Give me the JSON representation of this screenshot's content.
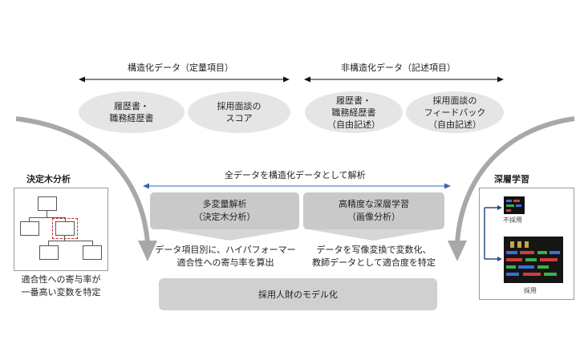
{
  "header": {
    "structured_label": "構造化データ（定量項目）",
    "unstructured_label": "非構造化データ（記述項目）"
  },
  "ellipses": [
    {
      "line1": "履歴書・",
      "line2": "職務経歴書",
      "line3": ""
    },
    {
      "line1": "採用面談の",
      "line2": "スコア",
      "line3": ""
    },
    {
      "line1": "履歴書・",
      "line2": "職務経歴書",
      "line3": "（自由記述）"
    },
    {
      "line1": "採用面談の",
      "line2": "フィードバック",
      "line3": "（自由記述）"
    }
  ],
  "analysis_label": "全データを構造化データとして解析",
  "methods": [
    {
      "line1": "多変量解析",
      "line2": "（決定木分析）"
    },
    {
      "line1": "高精度な深層学習",
      "line2": "（画像分析）"
    }
  ],
  "method_notes": [
    {
      "line1": "データ項目別に、ハイパフォーマー",
      "line2": "適合性への寄与率を算出"
    },
    {
      "line1": "データを写像変換で変数化、",
      "line2": "教師データとして適合度を特定"
    }
  ],
  "model_label": "採用人財のモデル化",
  "left_panel": {
    "title": "決定木分析",
    "caption_line1": "適合性への寄与率が",
    "caption_line2": "一番高い変数を特定"
  },
  "right_panel": {
    "title": "深層学習",
    "reject_label": "不採用",
    "accept_label": "採用"
  },
  "colors": {
    "arrow_black": "#111111",
    "arrow_blue": "#3a63b8",
    "curve_gray": "#a8a8a8",
    "highlight_red": "#c0282a"
  }
}
